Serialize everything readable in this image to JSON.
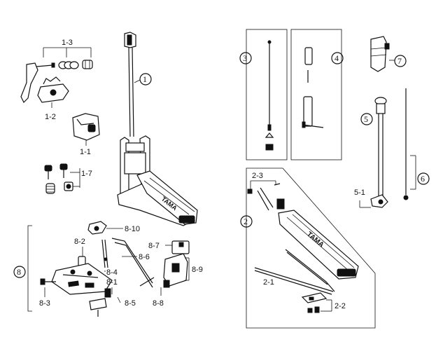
{
  "labels": {
    "l1_3": "1-3",
    "l1_2": "1-2",
    "l1_1": "1-1",
    "l1_7": "1-7",
    "l8_10": "8-10",
    "l8_2": "8-2",
    "l8_7": "8-7",
    "l8_6": "8-6",
    "l8_9": "8-9",
    "l8_4": "8-4",
    "l8_1": "8-1",
    "l8_3": "8-3",
    "l8_5": "8-5",
    "l8_8": "8-8",
    "l2_3": "2-3",
    "l2_1": "2-1",
    "l2_2": "2-2",
    "l5_1": "5-1"
  },
  "circled": {
    "c1": "1",
    "c2": "2",
    "c3": "3",
    "c4": "4",
    "c5": "5",
    "c6": "6",
    "c7": "7",
    "c8": "8"
  },
  "brand_on_pedal": "TAMA"
}
